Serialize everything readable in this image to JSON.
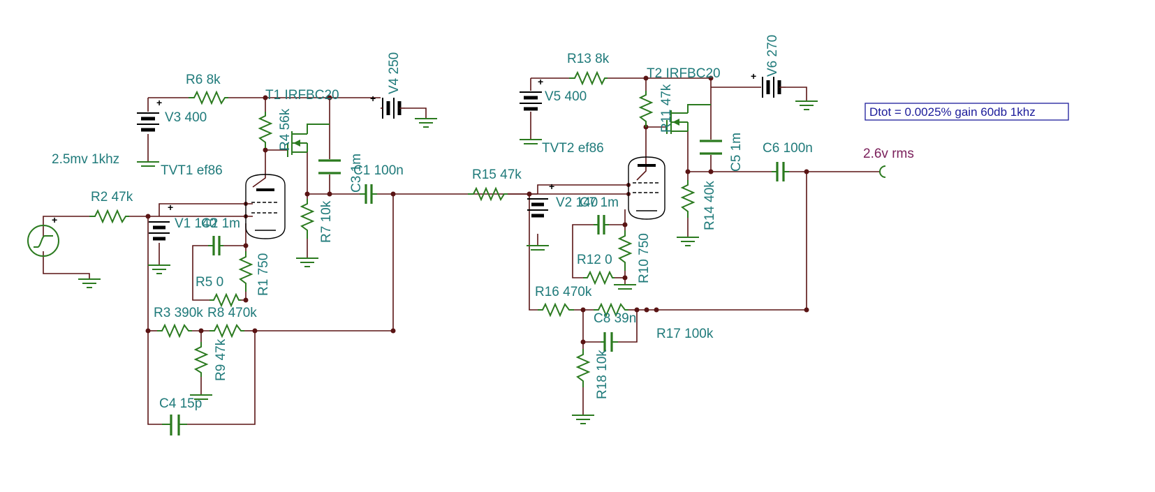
{
  "schematic": {
    "annotation": "Dtot = 0.0025% gain 60db 1khz",
    "source_label": "2.5mv 1khz",
    "output_label": "2.6v rms",
    "components": {
      "r6": "R6 8k",
      "r2": "R2 47k",
      "r4": "R4 56k",
      "r7": "R7 10k",
      "r1": "R1 750",
      "r5": "R5 0",
      "r3": "R3 390k",
      "r8": "R8 470k",
      "r9": "R9 47k",
      "r13": "R13 8k",
      "r11": "R11 47k",
      "r14": "R14 40k",
      "r15": "R15 47k",
      "r10": "R10 750",
      "r12": "R12 0",
      "r16": "R16 470k",
      "r17": "R17 100k",
      "r18": "R18 10k",
      "c1": "C1 100n",
      "c2": "C2 1m",
      "c3": "C3 1m",
      "c4": "C4 15p",
      "c5": "C5 1m",
      "c6": "C6 100n",
      "c7": "C7 1m",
      "c8": "C8 39n",
      "v1": "V1 140",
      "v2": "V2 140",
      "v3": "V3 400",
      "v4": "V4 250",
      "v5": "V5 400",
      "v6": "V6 270",
      "t1": "T1 IRFBC20",
      "t2": "T2 IRFBC20",
      "tvt1": "TVT1 ef86",
      "tvt2": "TVT2 ef86"
    },
    "plus_sign": "+"
  }
}
